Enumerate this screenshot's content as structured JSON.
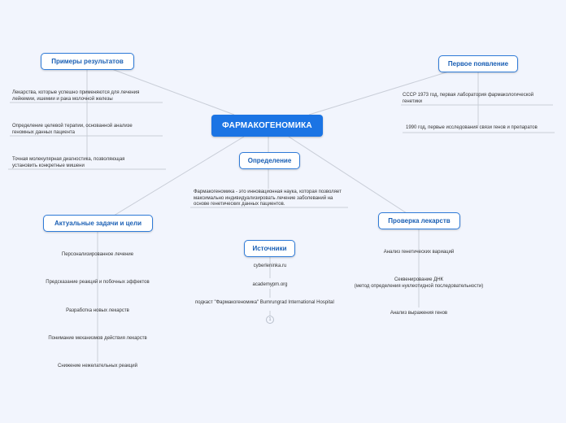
{
  "root": {
    "label": "ФАРМАКОГЕНОМИКА"
  },
  "topics": {
    "examples": {
      "label": "Примеры результатов",
      "items": [
        "Лекарства, которые успешно применяются для лечения лейкемии, ишемии и рака молочной железы",
        "Определение целевой терапии, основанной анализе геномных данных пациента",
        "Точная молекулярная диагностика, позволяющая установить конкретные мишени"
      ]
    },
    "first": {
      "label": "Первое появление",
      "items": [
        "СССР 1973 год, первая лаборатория фармакологической генетики",
        "1990 год, первые исследования связи генов и препаратов"
      ]
    },
    "definition": {
      "label": "Определение",
      "items": [
        "Фармакогеномика - это инновационная наука, которая позволяет максимально индивидуализировать лечение заболеваний на основе генетических данных пациентов."
      ]
    },
    "tasks": {
      "label": "Актуальные задачи и цели",
      "items": [
        "Персонализированное лечение",
        "Предсказание реакций и побочных эффектов",
        "Разработка новых лекарств",
        "Понимание механизмов действия лекарств",
        "Снижение нежелательных реакций"
      ]
    },
    "sources": {
      "label": "Источники",
      "items": [
        "cyberleninka.ru",
        "academypm.org",
        "подкаст \"Фармакогеномика\" Bumrungrad International Hospital"
      ],
      "collapsed_count": "1"
    },
    "check": {
      "label": "Проверка лекарств",
      "items": [
        "Анализ генетических вариаций",
        "Секвенирование ДНК\n(метод определения нуклеотидной последовательности)",
        "Анализ выражения генов"
      ]
    }
  },
  "colors": {
    "background": "#f2f5fd",
    "root_fill": "#1b74e4",
    "topic_border": "#2f7bd8",
    "topic_text": "#1a5fb4",
    "connector": "#c9ced8"
  }
}
